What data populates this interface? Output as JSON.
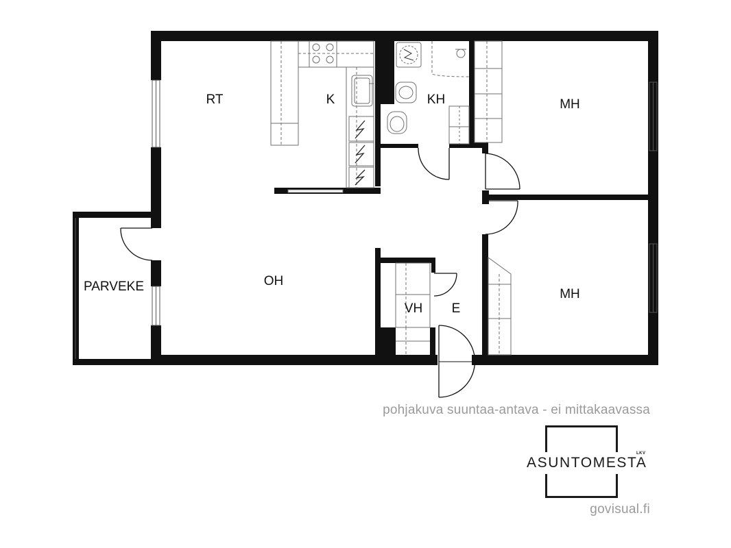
{
  "rooms": {
    "rt": "RT",
    "k": "K",
    "kh": "KH",
    "mh_top": "MH",
    "parveke": "PARVEKE",
    "oh": "OH",
    "vh": "VH",
    "e": "E",
    "mh_bottom": "MH"
  },
  "caption": "pohjakuva suuntaa-antava - ei mittakaavassa",
  "logo": {
    "name": "ASUNTOMESTA",
    "suffix": "LKV"
  },
  "credit": "govisual.fi",
  "colors": {
    "wall": "#111111",
    "fixture": "#6f6f6f",
    "caption": "#9a9a9a"
  }
}
